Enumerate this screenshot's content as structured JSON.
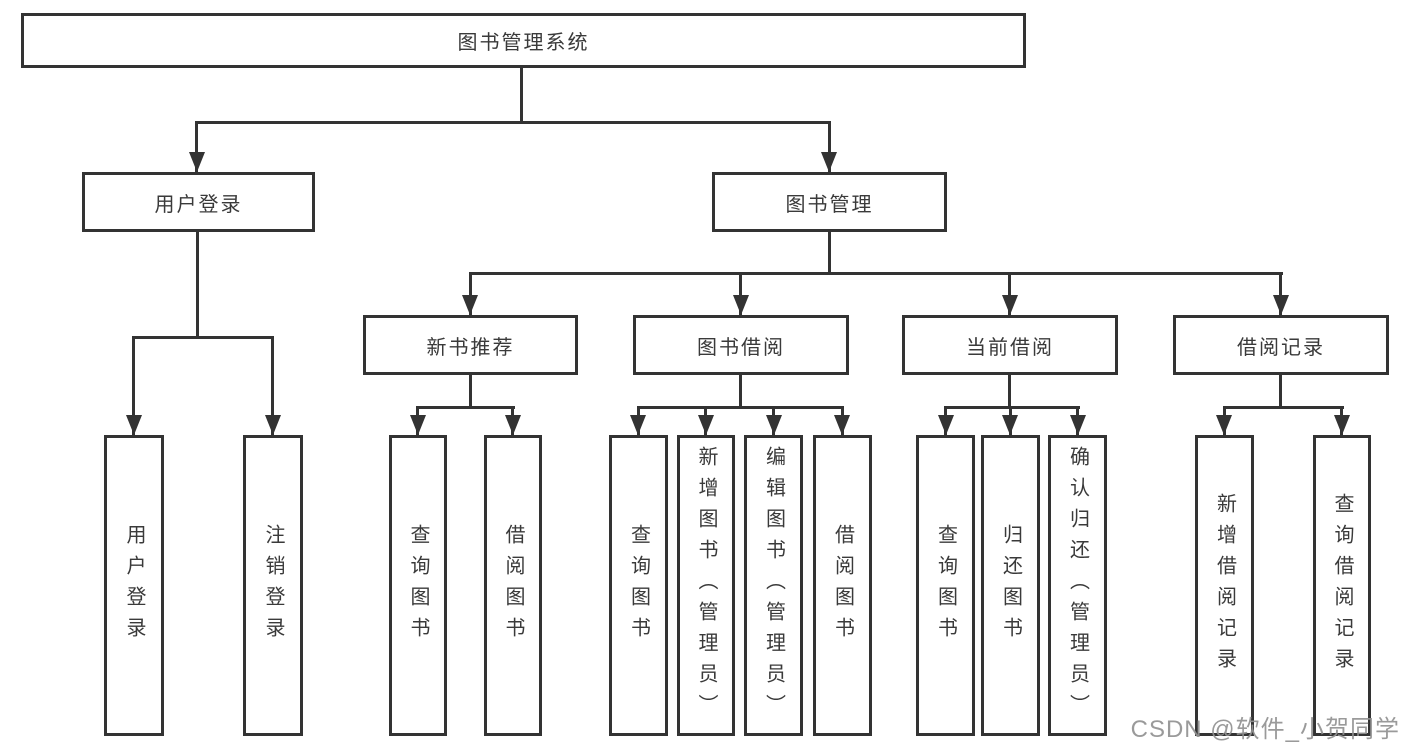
{
  "diagram": {
    "root": "图书管理系统",
    "user_login": "用户登录",
    "book_mgmt": "图书管理",
    "login_children": [
      "用户登录",
      "注销登录"
    ],
    "modules": [
      "新书推荐",
      "图书借阅",
      "当前借阅",
      "借阅记录"
    ],
    "newbook_children": [
      "查询图书",
      "借阅图书"
    ],
    "borrow_children": [
      "查询图书",
      "新增图书（管理员）",
      "编辑图书（管理员）",
      "借阅图书"
    ],
    "current_children": [
      "查询图书",
      "归还图书",
      "确认归还（管理员）"
    ],
    "record_children": [
      "新增借阅记录",
      "查询借阅记录"
    ]
  },
  "watermark": "CSDN @软件_小贺同学",
  "colors": {
    "line": "#333333",
    "text": "#3a3a3a",
    "watermark": "#929292",
    "background": "#ffffff"
  }
}
